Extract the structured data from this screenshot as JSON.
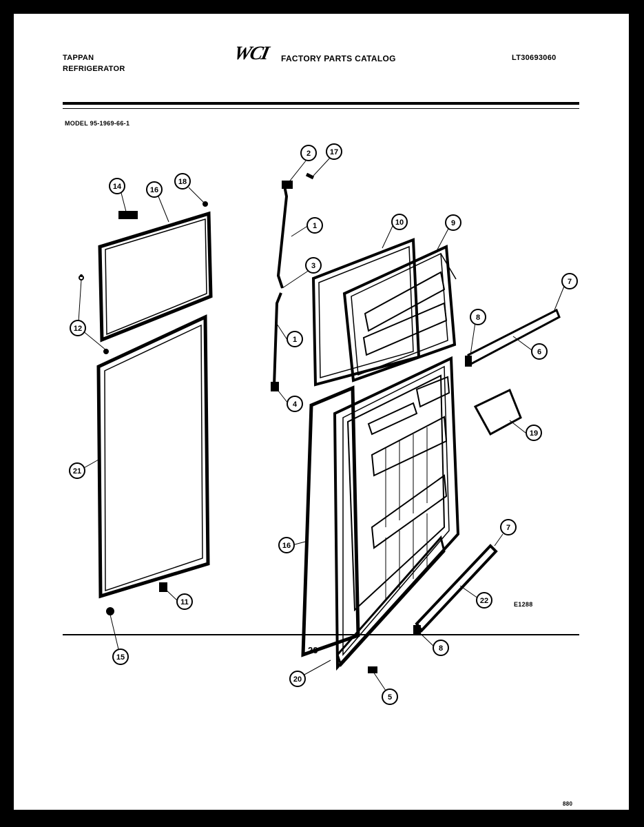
{
  "header": {
    "brand_line1": "TAPPAN",
    "brand_line2": "REFRIGERATOR",
    "logo": "WCI",
    "catalog_title": "FACTORY PARTS CATALOG",
    "catalog_number": "LT30693060"
  },
  "model_line": "MODEL 95-1969-66-1",
  "figure_code": "E1288",
  "page_number": "29",
  "footer_code": "880",
  "callouts": [
    "2",
    "17",
    "1",
    "3",
    "1",
    "4",
    "10",
    "9",
    "7",
    "8",
    "6",
    "19",
    "14",
    "16",
    "18",
    "12",
    "21",
    "11",
    "15",
    "16",
    "20",
    "5",
    "7",
    "22",
    "8"
  ]
}
